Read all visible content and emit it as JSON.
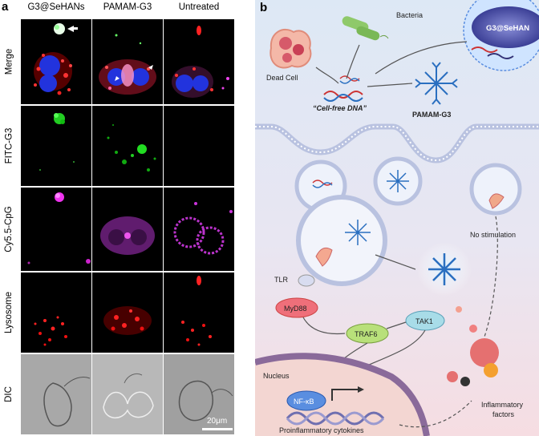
{
  "panel_a": {
    "letter": "a",
    "columns": [
      "G3@SeHANs",
      "PAMAM-G3",
      "Untreated"
    ],
    "rows": [
      "Merge",
      "FITC-G3",
      "Cy5.5-CpG",
      "Lysosome",
      "DIC"
    ],
    "scale_bar": "20μm"
  },
  "panel_b": {
    "letter": "b",
    "labels": {
      "bacteria": "Bacteria",
      "dead_cell": "Dead Cell",
      "cfdna": "“Cell-free DNA”",
      "pamam": "PAMAM-G3",
      "sehan": "G3@SeHAN",
      "no_stim": "No stimulation",
      "tlr": "TLR",
      "myd88": "MyD88",
      "traf6": "TRAF6",
      "tak1": "TAK1",
      "nucleus": "Nucleus",
      "nfkb": "NF-κB",
      "cytokines": "Proinflammatory cytokines",
      "inflam1": "Inflammatory",
      "inflam2": "factors"
    }
  }
}
